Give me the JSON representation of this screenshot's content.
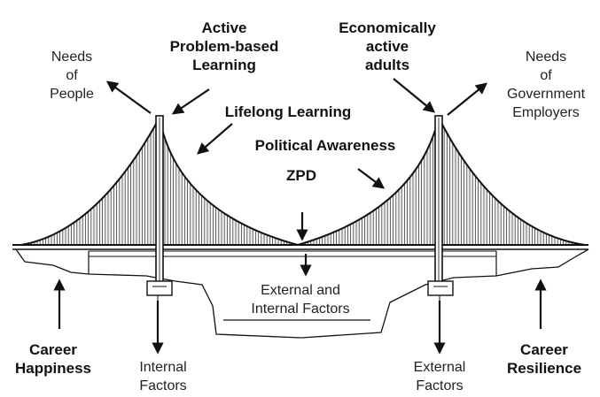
{
  "colors": {
    "ink": "#111111",
    "hatch": "#444444",
    "background": "#ffffff"
  },
  "labels": {
    "active_learning": "Active\nProblem-based\nLearning",
    "economically_active": "Economically\nactive\nadults",
    "needs_people": "Needs\nof\nPeople",
    "needs_government": "Needs\nof\nGovernment\nEmployers",
    "lifelong_learning": "Lifelong Learning",
    "political_awareness": "Political Awareness",
    "zpd": "ZPD",
    "external_internal": "External and\nInternal Factors",
    "career_happiness": "Career\nHappiness",
    "internal_factors": "Internal\nFactors",
    "external_factors": "External\nFactors",
    "career_resilience": "Career\nResilience"
  }
}
